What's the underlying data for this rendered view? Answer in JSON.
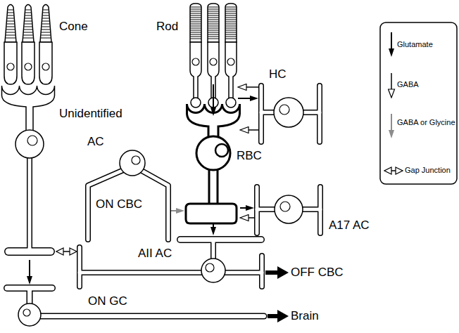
{
  "diagram": {
    "nodes": [
      {
        "text": [
          "Cone"
        ]
      },
      {
        "text": [
          "Rod"
        ]
      },
      {
        "text": [
          "HC"
        ]
      },
      {
        "text": [
          "AC"
        ]
      },
      {
        "text": [
          "RBC"
        ]
      },
      {
        "text": [
          "A17 AC"
        ]
      },
      {
        "text": [
          "ON CBC"
        ]
      },
      {
        "text": [
          "AII AC"
        ]
      },
      {
        "text": [
          "OFF CBC"
        ]
      },
      {
        "text": [
          "ON GC"
        ]
      },
      {
        "text": [
          "Brain"
        ]
      }
    ],
    "edges": [
      {
        "from": 1,
        "to": 4,
        "arrow": "to"
      },
      {
        "from": 1,
        "to": 2,
        "arrow": "to"
      },
      {
        "from": 2,
        "to": 1,
        "arrow": "to"
      },
      {
        "from": 2,
        "to": 4,
        "arrow": "to"
      },
      {
        "from": 3,
        "to": 4,
        "arrow": "to"
      },
      {
        "from": 4,
        "to": 5,
        "arrow": "to"
      },
      {
        "from": 5,
        "to": 4,
        "arrow": "to"
      },
      {
        "from": 4,
        "to": 7,
        "arrow": "to"
      },
      {
        "from": 6,
        "to": 7,
        "arrow": "both"
      },
      {
        "from": 6,
        "to": 9,
        "arrow": "to"
      },
      {
        "from": 7,
        "to": 8,
        "arrow": "to"
      },
      {
        "from": 9,
        "to": 10,
        "arrow": "to"
      }
    ],
    "labels": [
      "Unidentified"
    ],
    "legend": [
      {
        "text": "Glutamate"
      },
      {
        "text": "GABA"
      },
      {
        "text": "GABA or Glycine"
      },
      {
        "text": "Gap Junction"
      }
    ]
  }
}
